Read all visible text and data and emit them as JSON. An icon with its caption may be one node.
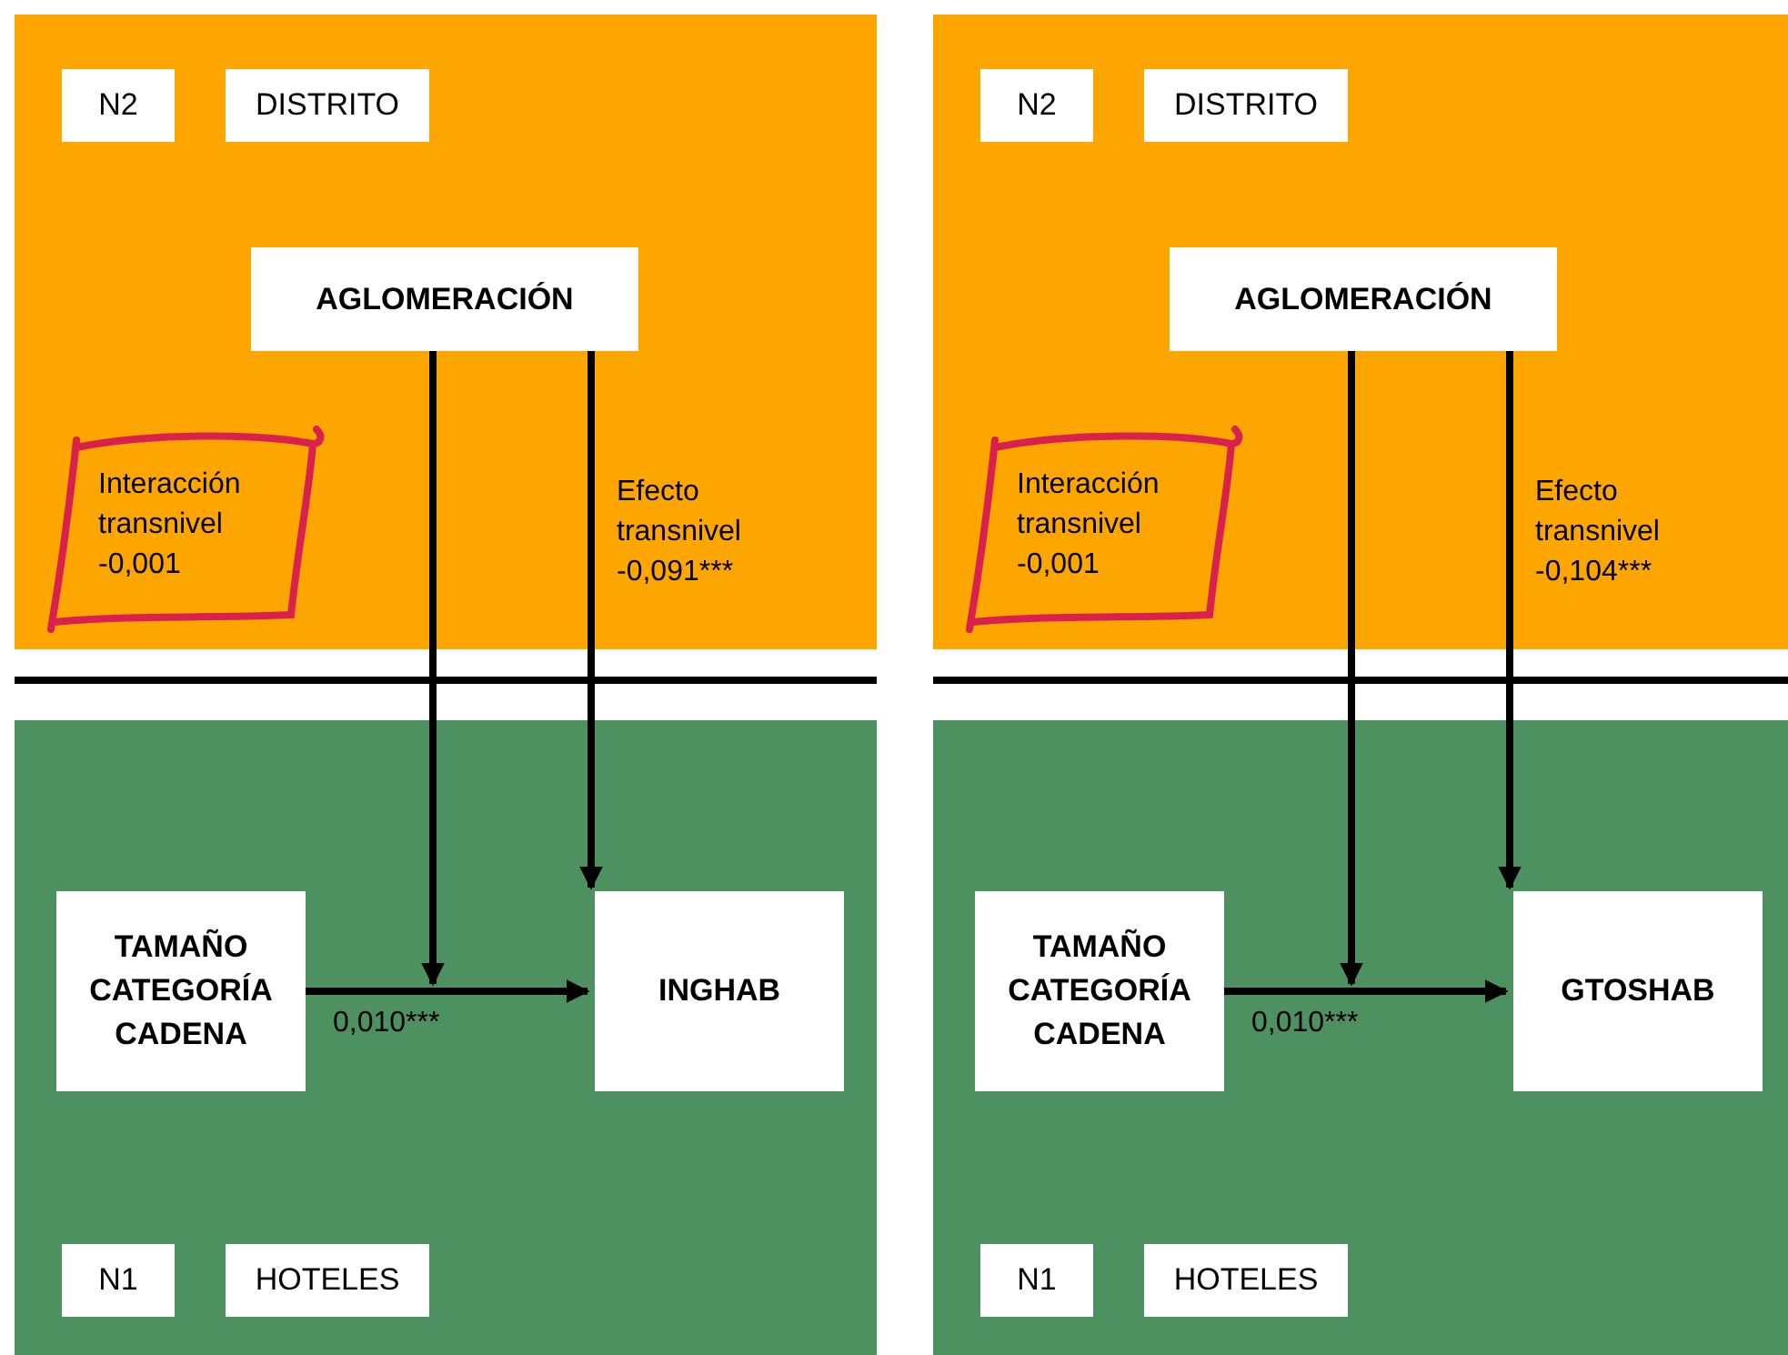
{
  "diagram": {
    "nodes": [
      {
        "text": [],
        "shape": "box"
      },
      {
        "text": [
          "N2"
        ],
        "in": 0
      },
      {
        "text": [
          "DISTRITO"
        ],
        "in": 0
      },
      {
        "text": [
          "AGLOMERACIÓN"
        ],
        "in": 0
      },
      {
        "text": [
          "Interacción transnivel -0,001"
        ],
        "in": 0
      },
      {
        "text": [],
        "shape": "box"
      },
      {
        "text": [
          "TAMAÑO CATEGORÍA CADENA"
        ],
        "in": 5
      },
      {
        "text": [
          "INGHAB"
        ],
        "in": 5
      },
      {
        "text": [
          "N1"
        ],
        "in": 5
      },
      {
        "text": [
          "HOTELES"
        ],
        "in": 5
      },
      {
        "text": [],
        "shape": "box"
      },
      {
        "text": [
          "N2"
        ],
        "in": 10
      },
      {
        "text": [
          "DISTRITO"
        ],
        "in": 10
      },
      {
        "text": [
          "AGLOMERACIÓN"
        ],
        "in": 10
      },
      {
        "text": [
          "Interacción transnivel -0,001"
        ],
        "in": 10
      },
      {
        "text": [],
        "shape": "box"
      },
      {
        "text": [
          "TAMAÑO CATEGORÍA CADENA"
        ],
        "in": 15
      },
      {
        "text": [
          "GTOSHAB"
        ],
        "in": 15
      },
      {
        "text": [
          "N1"
        ],
        "in": 15
      },
      {
        "text": [
          "HOTELES"
        ],
        "in": 15
      }
    ],
    "edges": [
      {
        "from": 3,
        "to": null,
        "arrow": "to"
      },
      {
        "from": 3,
        "to": 7,
        "arrow": "to",
        "label": "Efecto transnivel -0,091***"
      },
      {
        "from": 6,
        "to": 7,
        "arrow": "to",
        "label": "0,010***"
      },
      {
        "from": 13,
        "to": null,
        "arrow": "to"
      },
      {
        "from": 13,
        "to": 17,
        "arrow": "to",
        "label": "Efecto transnivel -0,104***"
      },
      {
        "from": 16,
        "to": 17,
        "arrow": "to",
        "label": "0,010***"
      }
    ]
  }
}
